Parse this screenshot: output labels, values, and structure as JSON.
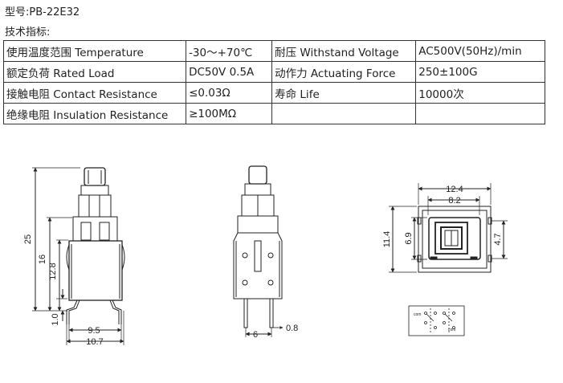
{
  "header": {
    "model_label": "型号:PB-22E32",
    "tech_label": "技术指标:"
  },
  "specs": {
    "rows": [
      [
        "使用温度范围 Temperature",
        "-30～+70℃",
        "耐压 Withstand Voltage",
        "AC500V(50Hz)/min"
      ],
      [
        "额定负荷 Rated Load",
        "DC50V 0.5A",
        "动作力 Actuating Force",
        "250±100G"
      ],
      [
        "接触电阻 Contact Resistance",
        "≤0.03Ω",
        "寿命 Life",
        "10000次"
      ],
      [
        "绝缘电阻 Insulation Resistance",
        "≥100MΩ",
        "",
        ""
      ]
    ]
  },
  "drawing": {
    "front": {
      "d_height": "25",
      "d_16": "16",
      "d_12_8": "12.8",
      "d_1_0": "1.0",
      "d_9_5": "9.5",
      "d_10_7": "10.7"
    },
    "side": {
      "d_6": "6",
      "d_0_8": "0.8"
    },
    "top": {
      "d_12_4": "12.4",
      "d_8_2": "8.2",
      "d_11_4": "11.4",
      "d_6_9": "6.9",
      "d_4_7": "4.7"
    },
    "schematic": {
      "com_left": "com",
      "com_right": "com"
    }
  }
}
